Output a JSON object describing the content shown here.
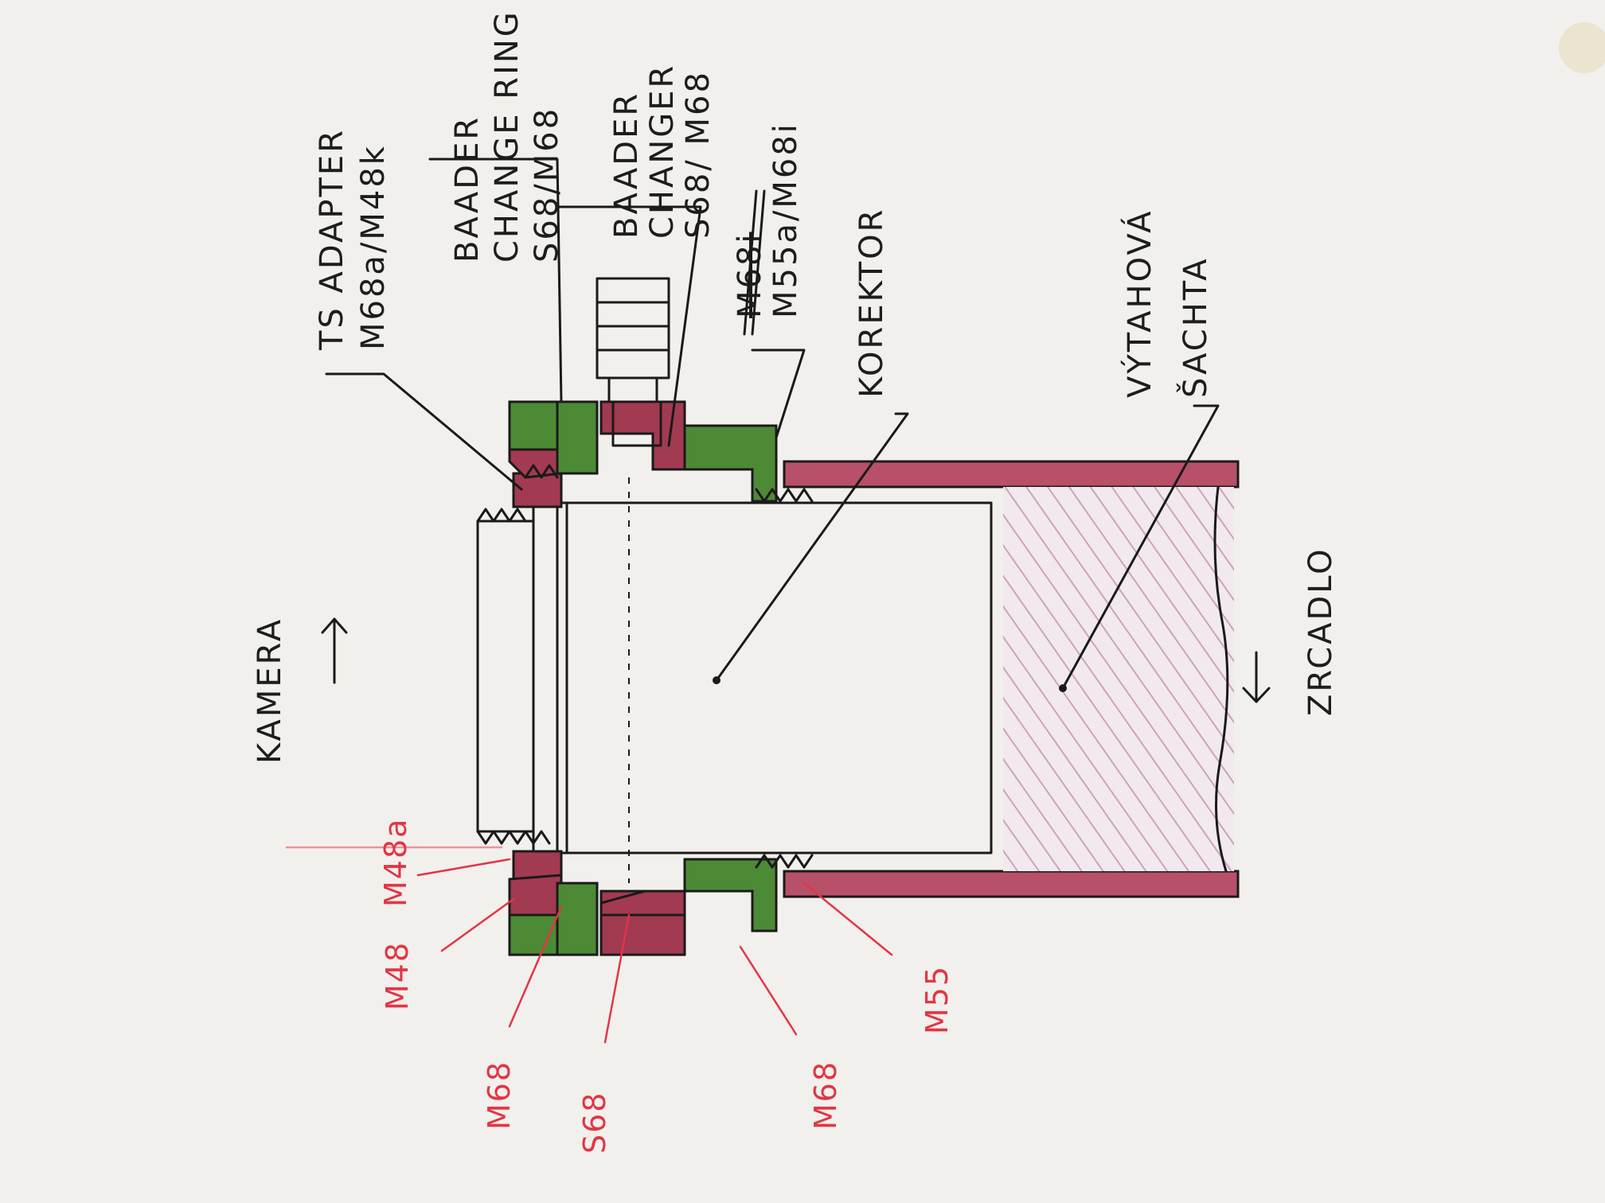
{
  "colors": {
    "paper": "#f1f0ec",
    "ink": "#1a1a1a",
    "annotation_red": "#e33545",
    "thread_green": "#4d8a35",
    "adapter_maroon": "#a23a52",
    "corrector_orange": "#f2a55e",
    "shaft_purple": "#b06a8e"
  },
  "labels": {
    "kamera": "KAMERA",
    "zrcadlo": "ZRCADLO",
    "korektor": "KOREKTOR",
    "vytahova": "VÝTAHOVÁ",
    "sachta": "ŠACHTA",
    "ts_adapter_1": "TS ADAPTER",
    "ts_adapter_2": "M68a/M48k",
    "baader_ring_1": "BAADER",
    "baader_ring_2": "CHANGE RING",
    "baader_ring_3": "S68/M68",
    "baader_changer_1": "BAADER",
    "baader_changer_2": "CHANGER",
    "baader_changer_3": "S68/ M68",
    "struck_text": "M68i",
    "m55_label": "M55a/M68i"
  },
  "thread_labels": {
    "m48a": "M48a",
    "m48": "M48",
    "m68_left": "M68",
    "s68": "S68",
    "m68_right": "M68",
    "m55": "M55"
  }
}
